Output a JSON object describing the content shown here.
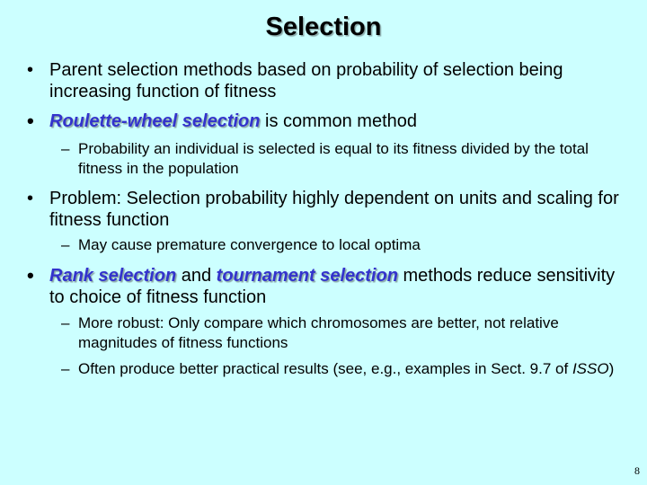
{
  "slide": {
    "title": "Selection",
    "page_number": "8",
    "bullet_marker": "•",
    "dash_marker": "–"
  },
  "bullets": {
    "b1": {
      "text": "Parent selection methods based on probability of selection being increasing function of fitness"
    },
    "b2": {
      "hl": "Roulette-wheel selection",
      "rest": " is common method"
    },
    "b2s1": {
      "text": "Probability an individual is selected is equal to its fitness divided by the total fitness in the population"
    },
    "b3": {
      "text": "Problem: Selection probability highly dependent on units and scaling for fitness function"
    },
    "b3s1": {
      "text": "May cause premature convergence to local optima"
    },
    "b4": {
      "hl1": "Rank selection",
      "mid": " and ",
      "hl2": "tournament selection",
      "rest": " methods  reduce sensitivity to choice of fitness function"
    },
    "b4s1": {
      "text": "More robust: Only compare which chromosomes are better, not relative magnitudes of fitness functions"
    },
    "b4s2": {
      "pre": "Often produce better practical results (see, e.g., examples in Sect. 9.7 of ",
      "it": "ISSO",
      "post": ")"
    }
  }
}
